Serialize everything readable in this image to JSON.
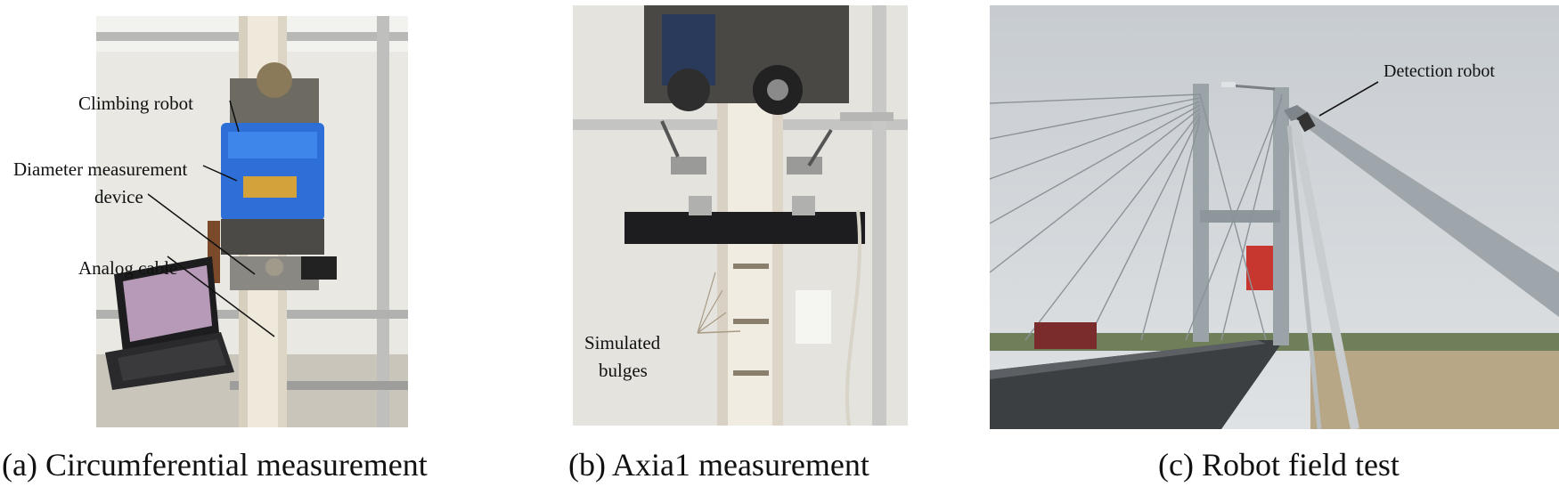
{
  "panels": {
    "a": {
      "caption": "(a) Circumferential measurement",
      "labels": {
        "climbing_robot": "Climbing robot",
        "diameter_device_line1": "Diameter measurement",
        "diameter_device_line2": "device",
        "analog_cable": "Analog cable"
      }
    },
    "b": {
      "caption": "(b) Axia1 measurement",
      "labels": {
        "simulated_line1": "Simulated",
        "simulated_line2": "bulges"
      }
    },
    "c": {
      "caption": "(c) Robot field test",
      "labels": {
        "detection_robot": "Detection robot"
      }
    }
  }
}
